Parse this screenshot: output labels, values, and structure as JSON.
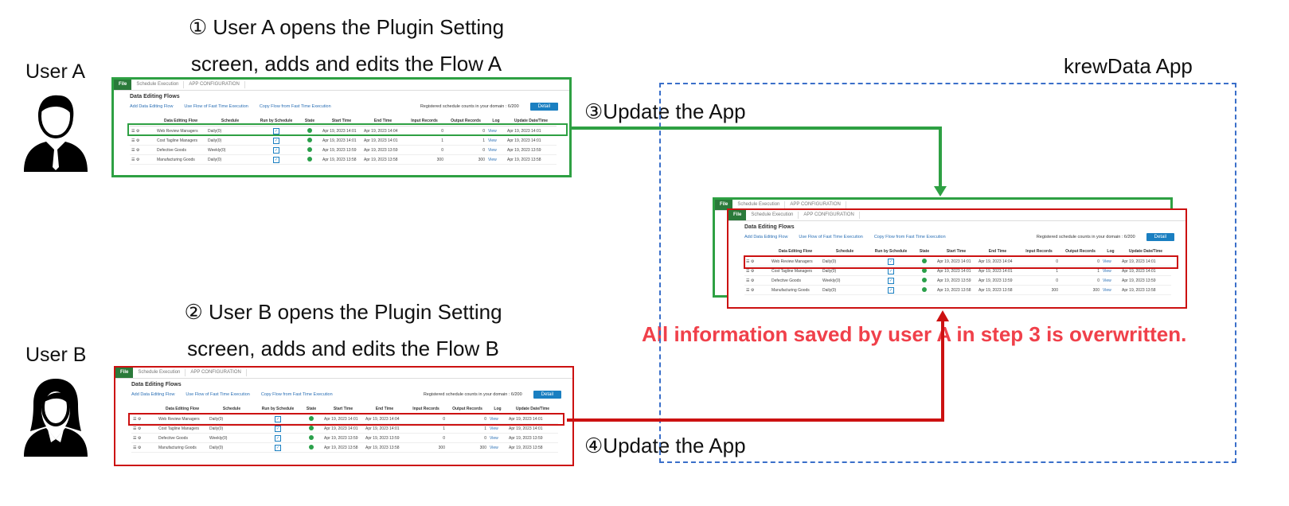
{
  "labels": {
    "user_a": "User A",
    "user_b": "User B",
    "app": "krewData App"
  },
  "steps": {
    "s1_line1": "① User A opens the Plugin Setting",
    "s1_line2": "screen, adds and edits the Flow A",
    "s2_line1": "② User B opens the Plugin Setting",
    "s2_line2": "screen, adds and edits the Flow B",
    "s3": "③Update the App",
    "s4": "④Update the App"
  },
  "warning": "All information saved by user A in step 3 is overwritten.",
  "icons": [
    "user-a-avatar-icon",
    "user-b-avatar-icon",
    "gear-icon",
    "checkbox-icon",
    "status-ok-icon",
    "edit-icon"
  ],
  "colors": {
    "green": "#2ea043",
    "red": "#cc1111",
    "blue_dashed": "#3a6fc9",
    "warning_text": "#f0404a"
  },
  "mini_screen": {
    "tab_file": "File",
    "tab_schedule": "Schedule Execution",
    "tab_app": "APP CONFIGURATION",
    "title": "Data Editing Flows",
    "add_flow": "Add Data Editing Flow",
    "use_flow": "Use Flow of Fast Time Execution",
    "copy_flow": "Copy Flow from Fast Time Execution",
    "registered": "Registered schedule counts in your domain : 6/200",
    "detail": "Detail",
    "columns": [
      "Data Editing Flow",
      "Schedule",
      "Run by Schedule",
      "State",
      "Start Time",
      "End Time",
      "Input Records",
      "Output Records",
      "Log",
      "Update Date/Time"
    ],
    "rows": [
      [
        "Web Review Managers",
        "Daily(0)",
        "Apr 19, 2023 14:01",
        "Apr 19, 2023 14:04",
        "0",
        "0",
        "View",
        "Apr 19, 2023 14:01"
      ],
      [
        "Cost Tagline Managers",
        "Daily(0)",
        "Apr 19, 2023 14:01",
        "Apr 19, 2023 14:01",
        "1",
        "1",
        "View",
        "Apr 19, 2023 14:01"
      ],
      [
        "Defective Goods",
        "Weekly(0)",
        "Apr 19, 2023 13:59",
        "Apr 19, 2023 13:59",
        "0",
        "0",
        "View",
        "Apr 19, 2023 13:59"
      ],
      [
        "Manufacturing Goods",
        "Daily(0)",
        "Apr 19, 2023 13:58",
        "Apr 19, 2023 13:58",
        "300",
        "300",
        "View",
        "Apr 19, 2023 13:58"
      ]
    ]
  }
}
